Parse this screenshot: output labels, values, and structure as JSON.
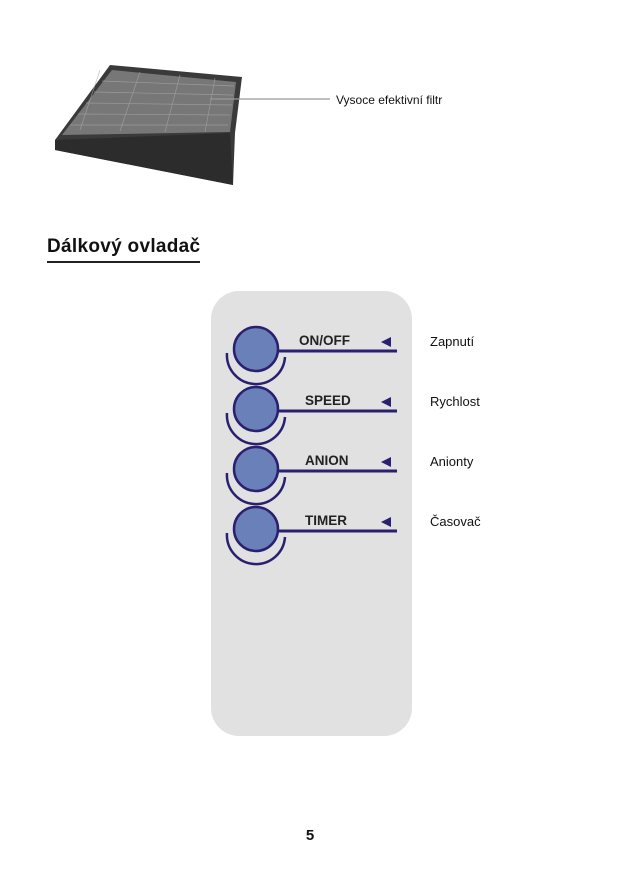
{
  "filter": {
    "callout": "Vysoce efektivní filtr"
  },
  "heading": "Dálkový ovladač",
  "remote": {
    "buttons": [
      {
        "label": "ON/OFF",
        "description": "Zapnutí"
      },
      {
        "label": "SPEED",
        "description": "Rychlost"
      },
      {
        "label": "ANION",
        "description": "Anionty"
      },
      {
        "label": "TIMER",
        "description": "Časovač"
      }
    ],
    "colors": {
      "button": "#6a80b8",
      "outline": "#2a2070",
      "body": "#e1e1e1"
    }
  },
  "page_number": "5"
}
